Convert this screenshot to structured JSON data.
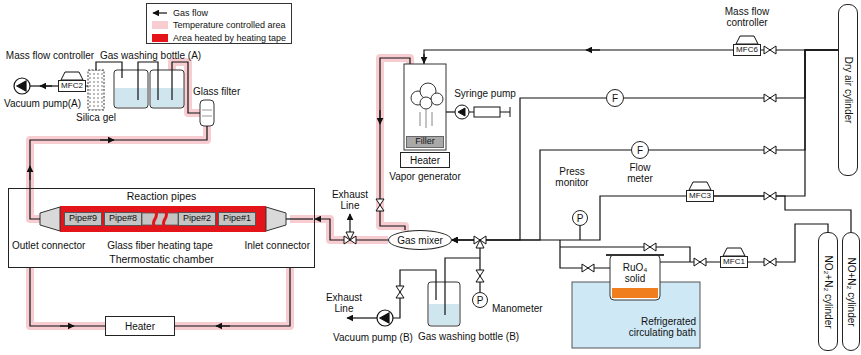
{
  "diagram": {
    "nodes": [
      {
        "text": [
          "Reaction pipes",
          "Thermostatic chamber"
        ]
      },
      {
        "text": [
          "Pipe#9"
        ],
        "in": 0
      },
      {
        "text": [
          "Pipe#8"
        ],
        "in": 0
      },
      {
        "text": [
          "Pipe#2"
        ],
        "in": 0
      },
      {
        "text": [
          "Pipe#1"
        ],
        "in": 0
      },
      {
        "text": [
          "Heater"
        ]
      },
      {
        "text": [
          "MFC2"
        ]
      },
      {
        "text": [
          "Gas mixer"
        ]
      },
      {
        "text": [
          "Filler"
        ]
      },
      {
        "text": [
          "Heater"
        ]
      },
      {
        "text": [
          "MFC6"
        ]
      },
      {
        "text": [
          "F"
        ]
      },
      {
        "text": [
          "F"
        ]
      },
      {
        "text": [
          "P"
        ]
      },
      {
        "text": [
          "MFC3"
        ]
      },
      {
        "text": [
          "MFC1"
        ]
      },
      {
        "text": [
          "P"
        ]
      },
      {
        "text": [
          "Dry air cylinder"
        ]
      },
      {
        "text": [
          "NO₂+N₂ cylinder"
        ]
      },
      {
        "text": [
          "NO+N₂ cylinder"
        ]
      }
    ],
    "edges": [
      {
        "from": 7,
        "to": 0,
        "arrow": "to"
      },
      {
        "from": 17,
        "to": 10,
        "arrow": "none"
      },
      {
        "from": 17,
        "to": 11,
        "arrow": "none"
      },
      {
        "from": 17,
        "to": 12,
        "arrow": "none"
      },
      {
        "from": 17,
        "to": 14,
        "arrow": "none"
      },
      {
        "from": 19,
        "to": 14,
        "arrow": "none"
      },
      {
        "from": 18,
        "to": 15,
        "arrow": "none"
      },
      {
        "from": 11,
        "to": 7,
        "arrow": "to"
      },
      {
        "from": 12,
        "to": 7,
        "arrow": "to"
      },
      {
        "from": 14,
        "to": 7,
        "arrow": "to"
      }
    ],
    "labels": [
      "Mass flow controller",
      "Gas washing bottle (A)",
      "Silica gel",
      "Vacuum pump(A)",
      "Glass filter",
      "Outlet connector",
      "Glass fiber heating tape",
      "Inlet connector",
      "Exhaust Line",
      "Vapor generator",
      "Syringe pump",
      "Mass flow controller",
      "Flow meter",
      "Press monitor",
      "RuO₄ solid",
      "Refrigerated circulating bath",
      "Exhaust Line",
      "Vacuum pump (B)",
      "Gas washing bottle (B)",
      "Manometer"
    ],
    "legend": [
      {
        "text": "Gas flow"
      },
      {
        "text": "Temperature controlled area",
        "color": "#f8cdd2"
      },
      {
        "text": "Area heated by heating tape",
        "color": "#e3151b"
      }
    ]
  }
}
